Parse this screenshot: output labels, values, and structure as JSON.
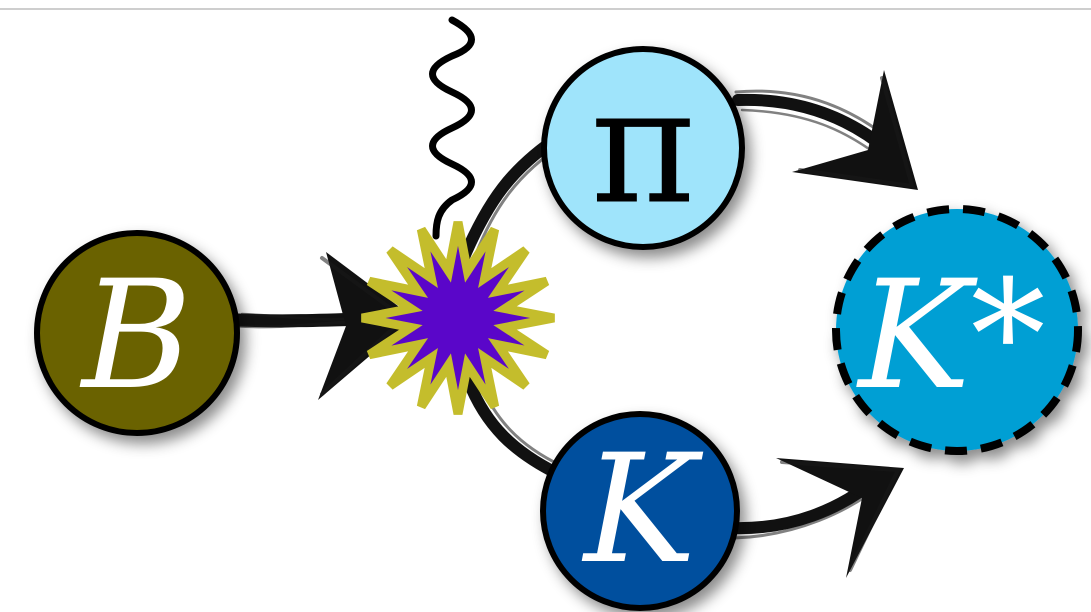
{
  "diagram": {
    "nodes": {
      "B": {
        "label": "B",
        "color": "#6a6200"
      },
      "pi": {
        "label": "π",
        "color": "#9fe4fb"
      },
      "K": {
        "label": "K",
        "color": "#06509e"
      },
      "Kstar": {
        "label": "K*",
        "color": "#029fd4"
      }
    },
    "vertex": {
      "fill": "#5a06c9",
      "outline": "#c4bd2c"
    },
    "photon": {
      "color": "#000000"
    }
  }
}
